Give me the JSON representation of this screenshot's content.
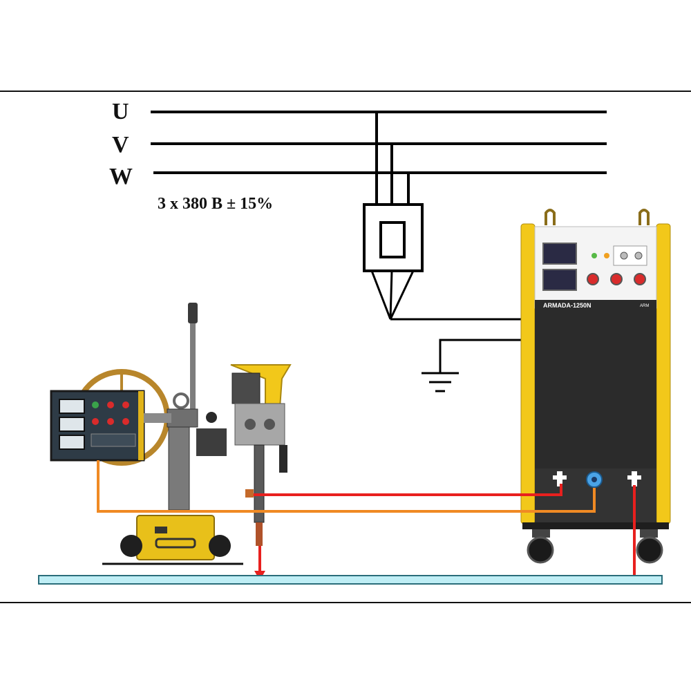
{
  "supply": {
    "phases": [
      "U",
      "V",
      "W"
    ],
    "voltage_label": "3 x 380 B ± 15%"
  },
  "power_source": {
    "model_label": "ARMADA-1250N",
    "badge_label": "ARM"
  },
  "colors": {
    "frame_line": "#000000",
    "supply_line": "#000000",
    "welding_cable": "#e8201e",
    "control_cable": "#f08a24",
    "workpiece": "#bfeef5",
    "workpiece_edge": "#2a6d7a",
    "cabinet_yellow": "#f2c81a",
    "cabinet_dark": "#2b2b2b"
  }
}
